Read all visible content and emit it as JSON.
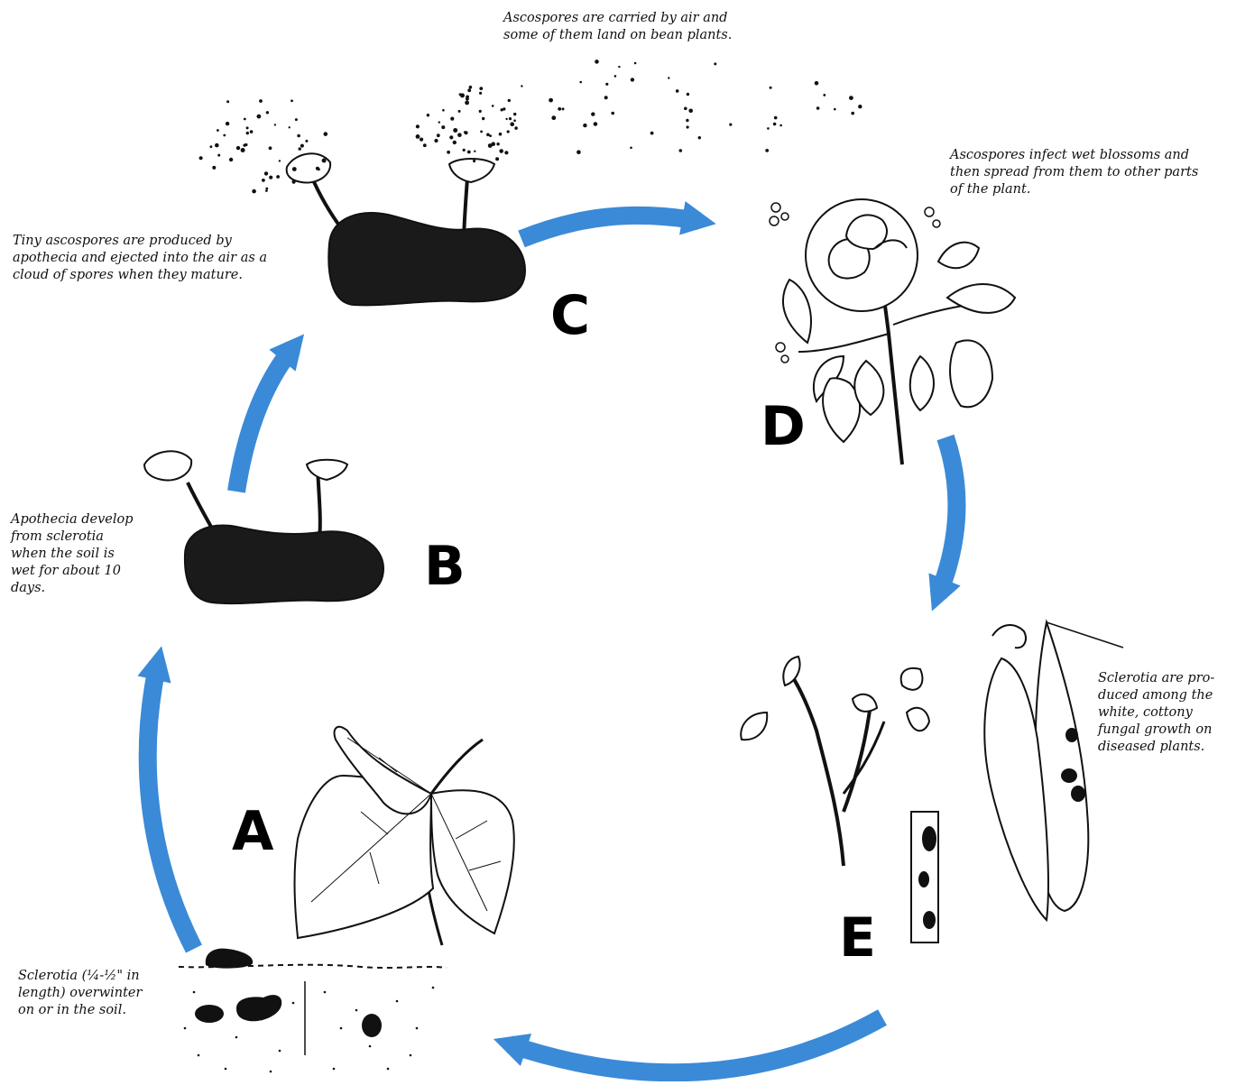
{
  "colors": {
    "arrow": "#3a8ad8",
    "ink": "#111111"
  },
  "stages": [
    {
      "letter": "A",
      "caption": "Sclerotia (¼-½\" in\nlength) overwinter\non or in the soil."
    },
    {
      "letter": "B",
      "caption": "Apothecia develop\nfrom sclerotia\nwhen the soil is\nwet for about 10\ndays."
    },
    {
      "letter": "C",
      "caption": "Tiny ascospores are produced by\napothecia and ejected into the air as a\ncloud of spores when they mature."
    },
    {
      "letter": "D",
      "caption": "Ascospores infect wet blossoms and\nthen spread from them to other parts\nof the plant."
    },
    {
      "letter": "E",
      "caption": "Sclerotia are pro-\nduced among the\nwhite, cottony\nfungal growth on\ndiseased plants."
    }
  ],
  "air_caption": "Ascospores are carried by air and\nsome of them land on bean plants.",
  "icons": [
    "cycle-arrow",
    "sclerotium",
    "apothecium",
    "ascospore-cloud",
    "bean-plant",
    "blossom",
    "infected-stem",
    "bean-pod"
  ]
}
